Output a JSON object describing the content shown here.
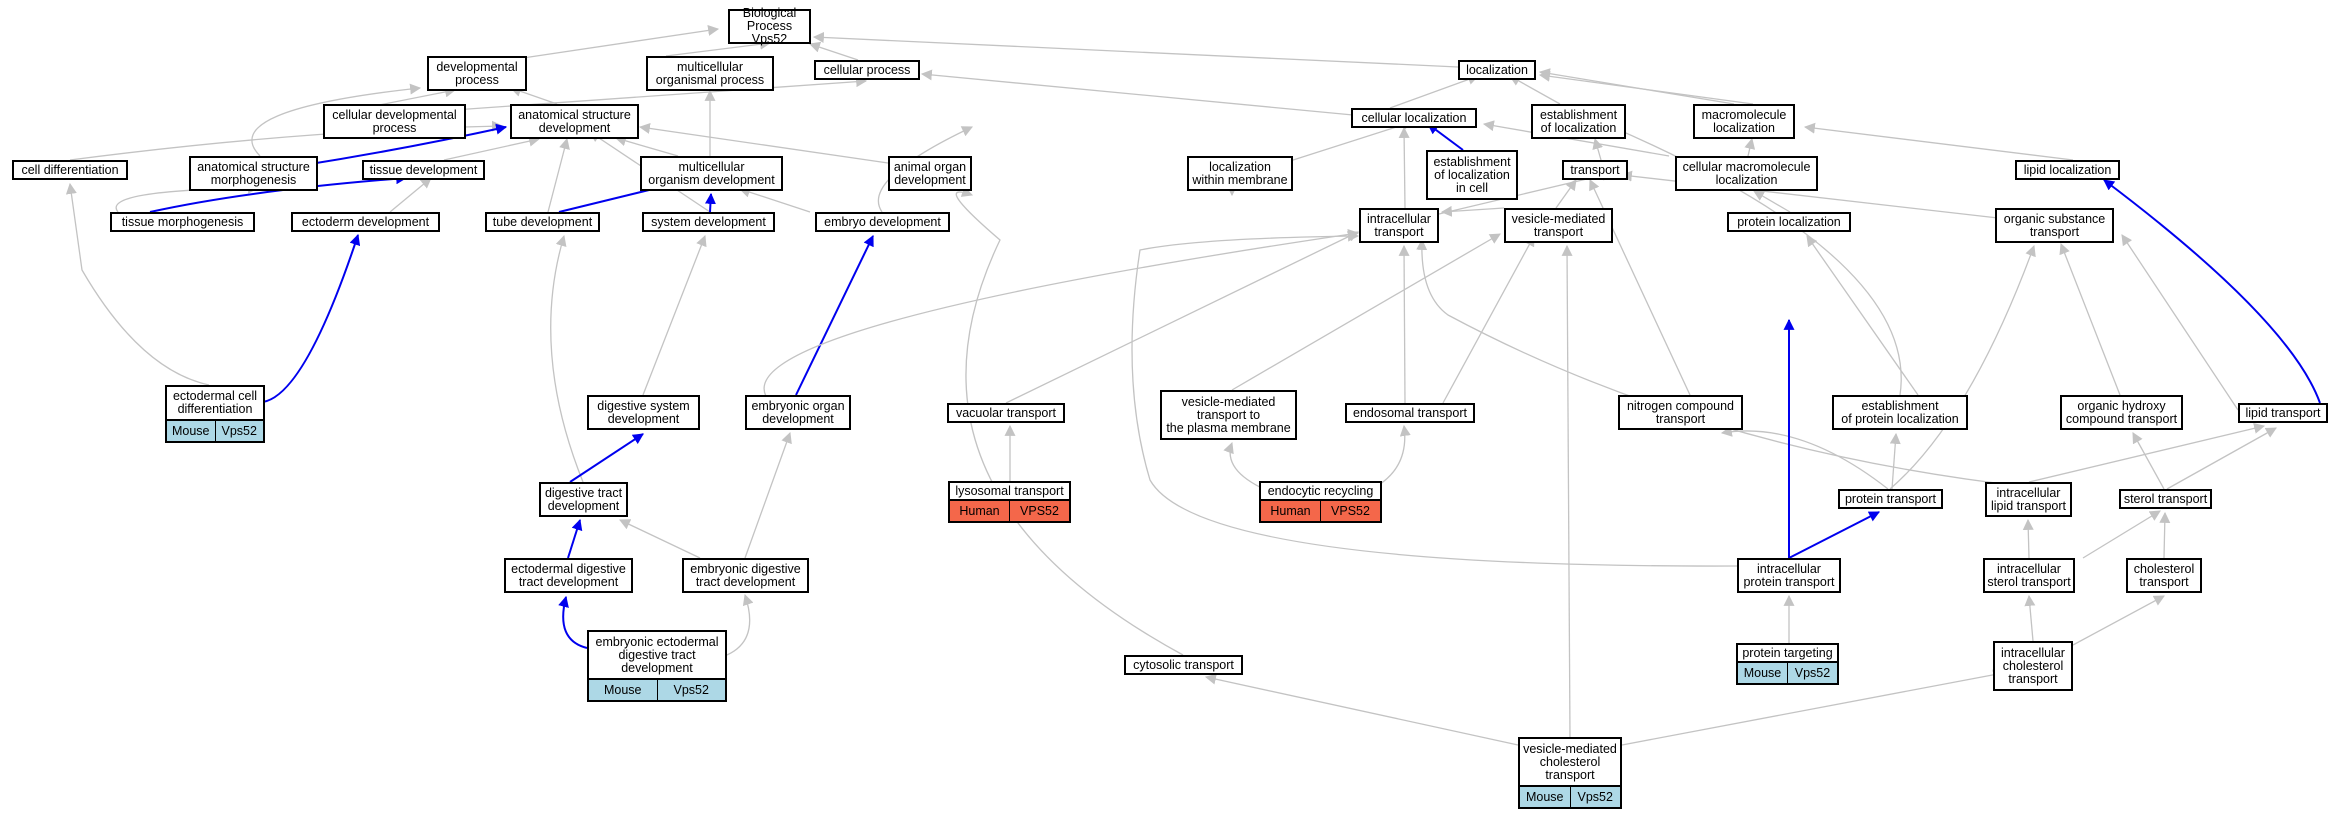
{
  "colors": {
    "edge_normal": "#c3c3c3",
    "edge_highlight": "#0000ee",
    "mouse_tag": "#add8e6",
    "human_tag": "#f4674a"
  },
  "nodes": {
    "bp": "Biological Process\nVps52",
    "developmental_process": "developmental\nprocess",
    "multicellular_organismal_process": "multicellular\norganismal process",
    "cellular_process": "cellular process",
    "localization": "localization",
    "cellular_developmental_process": "cellular developmental\nprocess",
    "anatomical_structure_development": "anatomical structure\ndevelopment",
    "cellular_localization": "cellular localization",
    "establishment_of_localization": "establishment\nof localization",
    "macromolecule_localization": "macromolecule\nlocalization",
    "cell_differentiation": "cell differentiation",
    "anatomical_structure_morphogenesis": "anatomical structure\nmorphogenesis",
    "tissue_development": "tissue development",
    "multicellular_organism_development": "multicellular\norganism development",
    "animal_organ_development": "animal organ\ndevelopment",
    "localization_within_membrane": "localization\nwithin membrane",
    "establishment_of_localization_in_cell": "establishment\nof localization\nin cell",
    "transport": "transport",
    "cellular_macromolecule_localization": "cellular macromolecule\nlocalization",
    "lipid_localization": "lipid localization",
    "tissue_morphogenesis": "tissue morphogenesis",
    "ectoderm_development": "ectoderm development",
    "tube_development": "tube development",
    "system_development": "system development",
    "embryo_development": "embryo development",
    "intracellular_transport": "intracellular\ntransport",
    "vesicle_mediated_transport": "vesicle-mediated\ntransport",
    "protein_localization": "protein localization",
    "organic_substance_transport": "organic substance\ntransport",
    "ectodermal_cell_differentiation": "ectodermal cell\ndifferentiation",
    "digestive_system_development": "digestive system\ndevelopment",
    "embryonic_organ_development": "embryonic organ\ndevelopment",
    "vacuolar_transport": "vacuolar transport",
    "vesicle_mediated_transport_to_plasma_membrane": "vesicle-mediated\ntransport to\nthe plasma membrane",
    "endosomal_transport": "endosomal transport",
    "nitrogen_compound_transport": "nitrogen compound\ntransport",
    "establishment_of_protein_localization": "establishment\nof protein localization",
    "organic_hydroxy_compound_transport": "organic hydroxy\ncompound transport",
    "lipid_transport": "lipid transport",
    "lysosomal_transport": "lysosomal transport",
    "endocytic_recycling": "endocytic recycling",
    "digestive_tract_development": "digestive tract\ndevelopment",
    "protein_transport": "protein transport",
    "intracellular_lipid_transport": "intracellular\nlipid transport",
    "sterol_transport": "sterol transport",
    "ectodermal_digestive_tract_development": "ectodermal digestive\ntract development",
    "embryonic_digestive_tract_development": "embryonic digestive\ntract development",
    "intracellular_protein_transport": "intracellular\nprotein transport",
    "intracellular_sterol_transport": "intracellular\nsterol transport",
    "cholesterol_transport": "cholesterol\ntransport",
    "embryonic_ectodermal_digestive_tract_development": "embryonic ectodermal\ndigestive tract\ndevelopment",
    "protein_targeting": "protein targeting",
    "cytosolic_transport": "cytosolic transport",
    "intracellular_cholesterol_transport": "intracellular\ncholesterol\ntransport",
    "vesicle_mediated_cholesterol_transport": "vesicle-mediated\ncholesterol\ntransport"
  },
  "tags": {
    "ectodermal_cell_differentiation": [
      "Mouse",
      "Vps52"
    ],
    "lysosomal_transport": [
      "Human",
      "VPS52"
    ],
    "endocytic_recycling": [
      "Human",
      "VPS52"
    ],
    "embryonic_ectodermal_digestive_tract_development": [
      "Mouse",
      "Vps52"
    ],
    "protein_targeting": [
      "Mouse",
      "Vps52"
    ],
    "vesicle_mediated_cholesterol_transport": [
      "Mouse",
      "Vps52"
    ]
  }
}
